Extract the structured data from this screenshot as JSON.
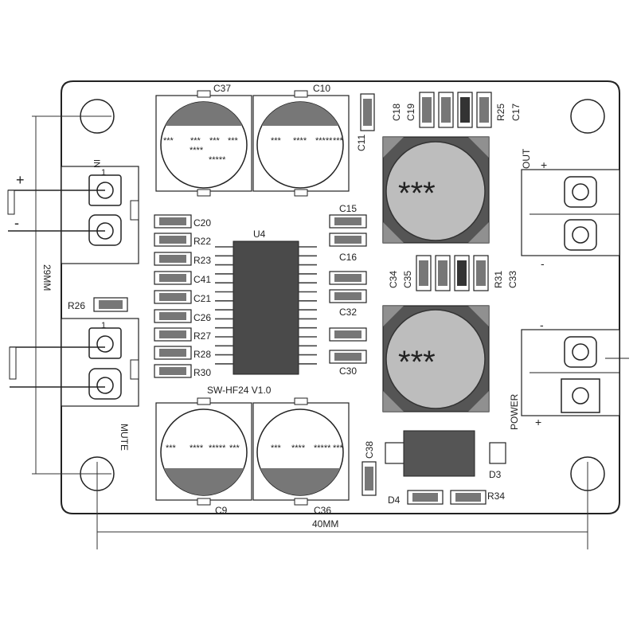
{
  "labels": {
    "C37": "C37",
    "C10": "C10",
    "C11": "C11",
    "C18": "C18",
    "C19": "C19",
    "R25": "R25",
    "C17": "C17",
    "C20": "C20",
    "R22": "R22",
    "R23": "R23",
    "C41": "C41",
    "C21": "C21",
    "C26": "C26",
    "R27": "R27",
    "R28": "R28",
    "R30": "R30",
    "U4": "U4",
    "C15": "C15",
    "C16": "C16",
    "C32": "C32",
    "C30": "C30",
    "C34": "C34",
    "C35": "C35",
    "R31": "R31",
    "C33": "C33",
    "R26": "R26",
    "C9": "C9",
    "C36": "C36",
    "C38": "C38",
    "D3": "D3",
    "D4": "D4",
    "R34": "R34",
    "board_name": "SW-HF24 V1.0",
    "out": "OUT",
    "power": "POWER",
    "mute": "MUTE",
    "in": "IN",
    "dim_height": "29MM",
    "dim_width": "40MM",
    "plus": "+",
    "minus": "-",
    "pin1": "1",
    "stars": "***"
  },
  "colors": {
    "outline": "#222222",
    "chip": "#4a4a4a",
    "inductor_body": "#555555",
    "inductor_core": "#bdbdbd",
    "cap_cap": "#777777"
  }
}
